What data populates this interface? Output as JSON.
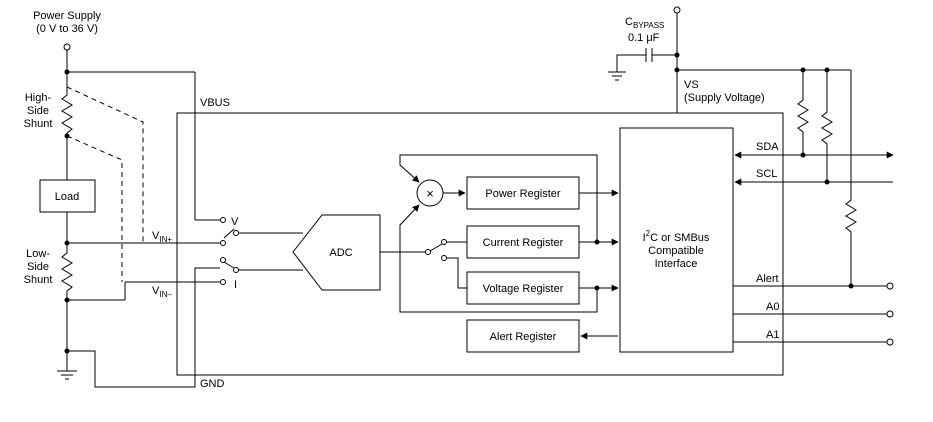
{
  "power_supply": {
    "title": "Power Supply",
    "range": "(0 V to 36 V)"
  },
  "shunts": {
    "high_line1": "High-",
    "high_line2": "Side",
    "high_line3": "Shunt",
    "low_line1": "Low-",
    "low_line2": "Side",
    "low_line3": "Shunt"
  },
  "load_label": "Load",
  "pins": {
    "vbus": "VBUS",
    "gnd": "GND",
    "vin_plus": {
      "base": "V",
      "sub": "IN+"
    },
    "vin_minus": {
      "base": "V",
      "sub": "IN–"
    },
    "vs_line1": "VS",
    "vs_line2": "(Supply Voltage)"
  },
  "bypass": {
    "base": "C",
    "sub": "BYPASS",
    "value": "0.1 μF"
  },
  "mux": {
    "v_label": "V",
    "i_label": "I"
  },
  "adc_label": "ADC",
  "multiplier_symbol": "×",
  "registers": {
    "power": "Power Register",
    "current": "Current Register",
    "voltage": "Voltage Register",
    "alert": "Alert Register"
  },
  "interface": {
    "i_base": "I",
    "i_sup": "2",
    "line1_rest": "C or SMBus",
    "line2": "Compatible",
    "line3": "Interface"
  },
  "signals": {
    "sda": "SDA",
    "scl": "SCL",
    "alert": "Alert",
    "a0": "A0",
    "a1": "A1"
  }
}
